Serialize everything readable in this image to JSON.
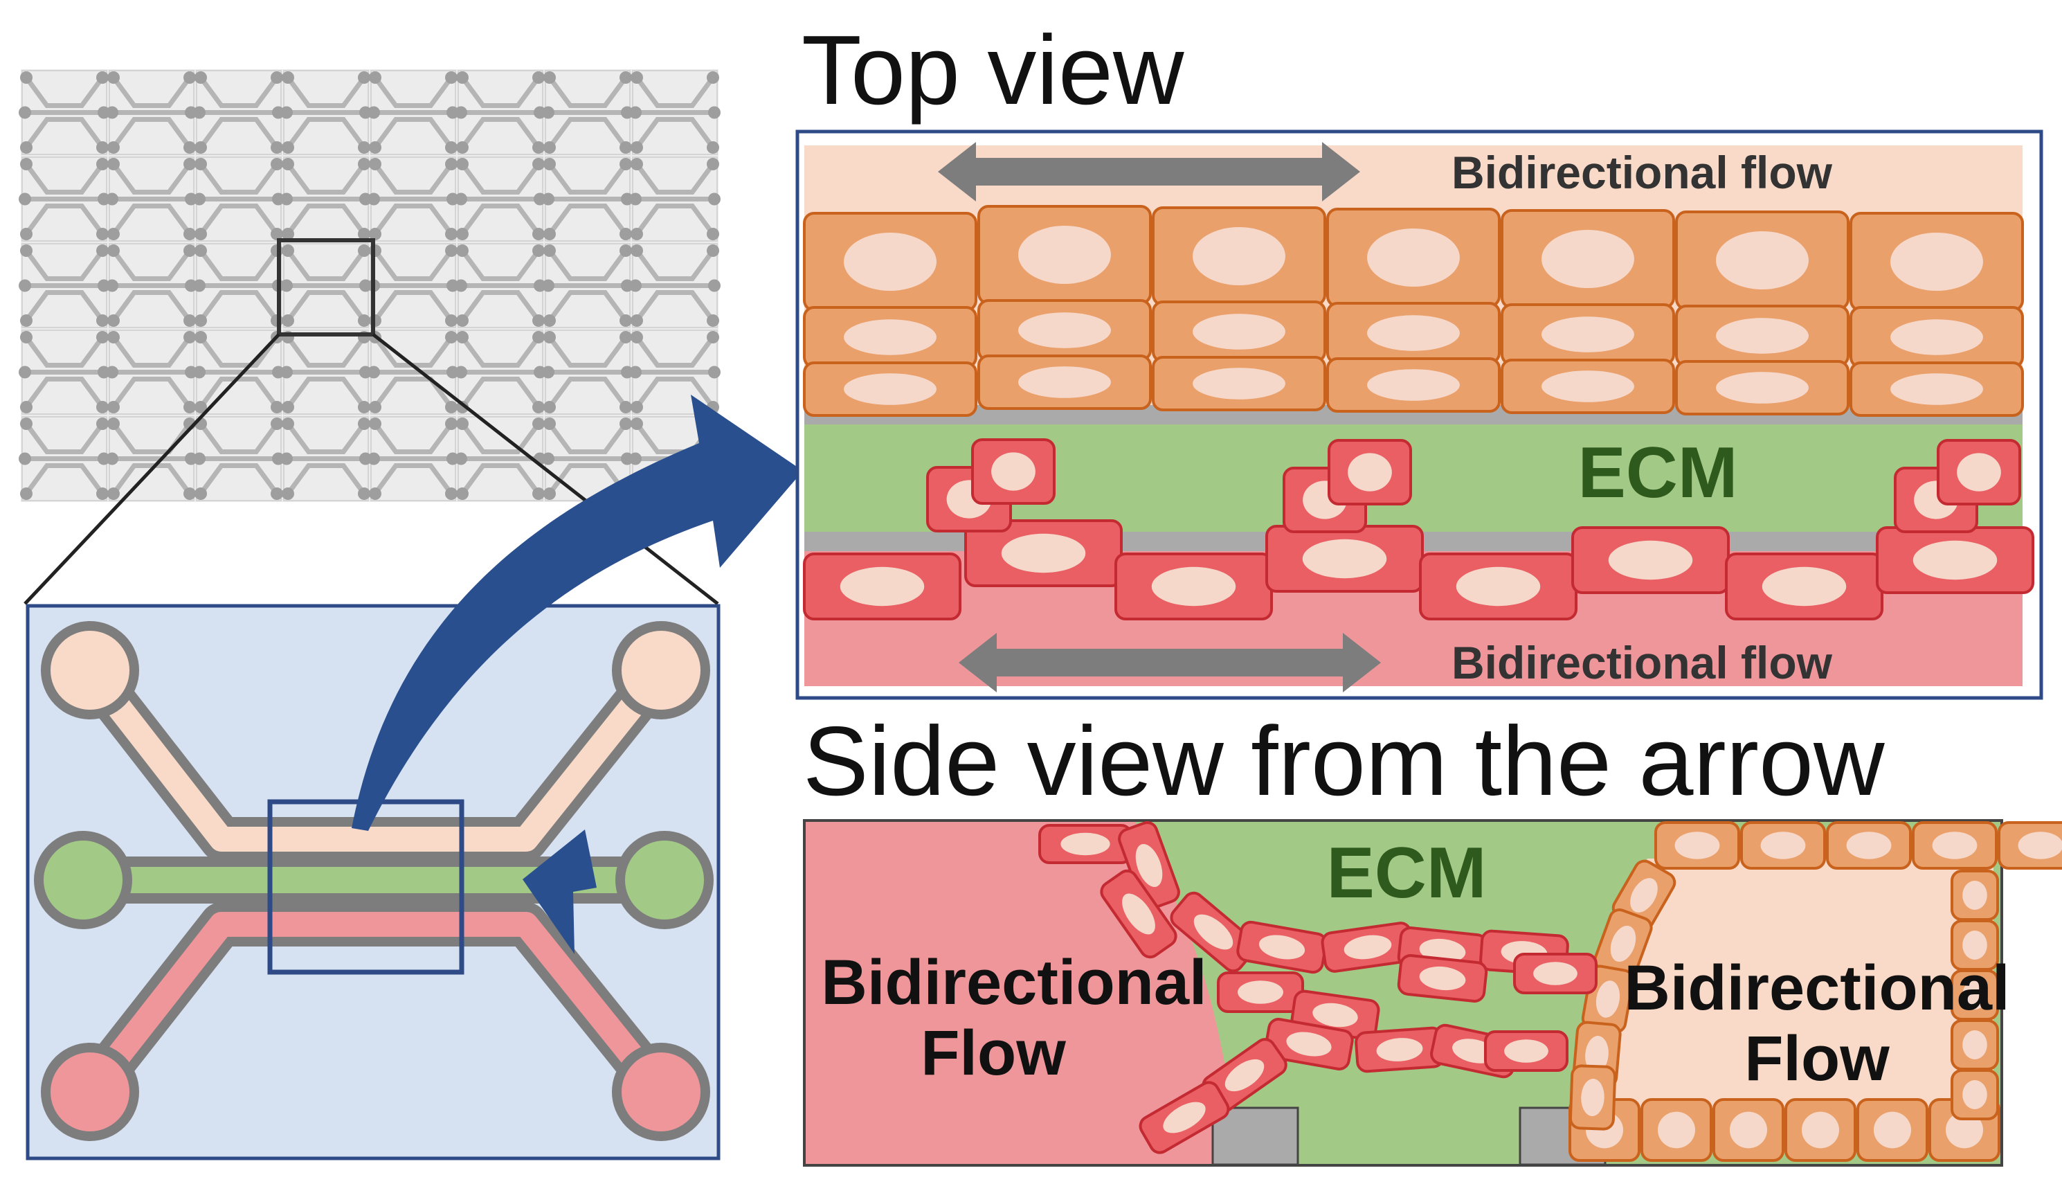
{
  "titles": {
    "top_view": "Top view",
    "side_view": "Side view from the arrow"
  },
  "top_view_panel": {
    "upper_flow_label": "Bidirectional flow",
    "lower_flow_label": "Bidirectional flow",
    "ecm_label": "ECM"
  },
  "side_view_panel": {
    "ecm_label": "ECM",
    "left_flow_line1": "Bidirectional",
    "left_flow_line2": "Flow",
    "right_flow_line1": "Bidirectional",
    "right_flow_line2": "Flow"
  },
  "colors": {
    "peach_channel": "#f9d9c8",
    "orange_cell": "#eaa06a",
    "orange_cell_edge": "#c8621d",
    "ecm_green": "#a3c986",
    "ecm_text": "#2e5a1d",
    "red_channel": "#ef969b",
    "red_cell": "#e95f63",
    "red_cell_edge": "#c42a31",
    "nucleus_light": "#f6d8cb",
    "flow_arrow_gray": "#7d7d7d",
    "big_arrow_blue": "#2a4f8f",
    "chip_bg_blue": "#d6e1f2",
    "panel_border": "#2e4a87"
  }
}
